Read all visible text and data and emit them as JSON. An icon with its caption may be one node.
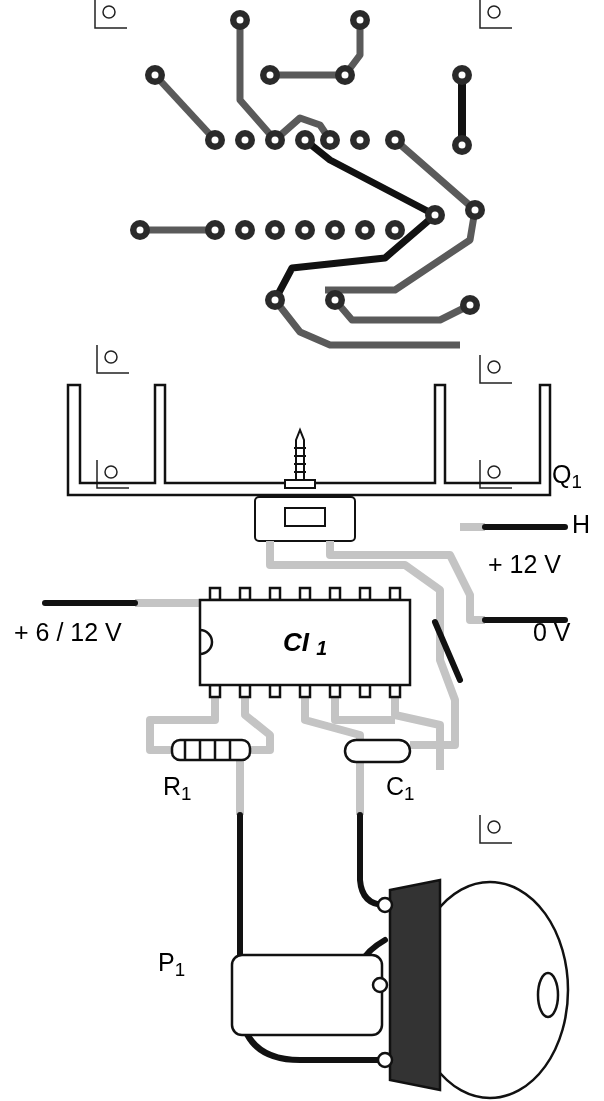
{
  "diagram": {
    "nodes": [
      {
        "text": [
          "CI $_{1}$"
        ]
      }
    ],
    "labels": [
      "Q$_{1}$",
      "H",
      "+ 12 V",
      "+ 6 / 12 V",
      "0 V",
      "R$_{1}$",
      "C$_{1}$",
      "P$_{1}$"
    ]
  }
}
